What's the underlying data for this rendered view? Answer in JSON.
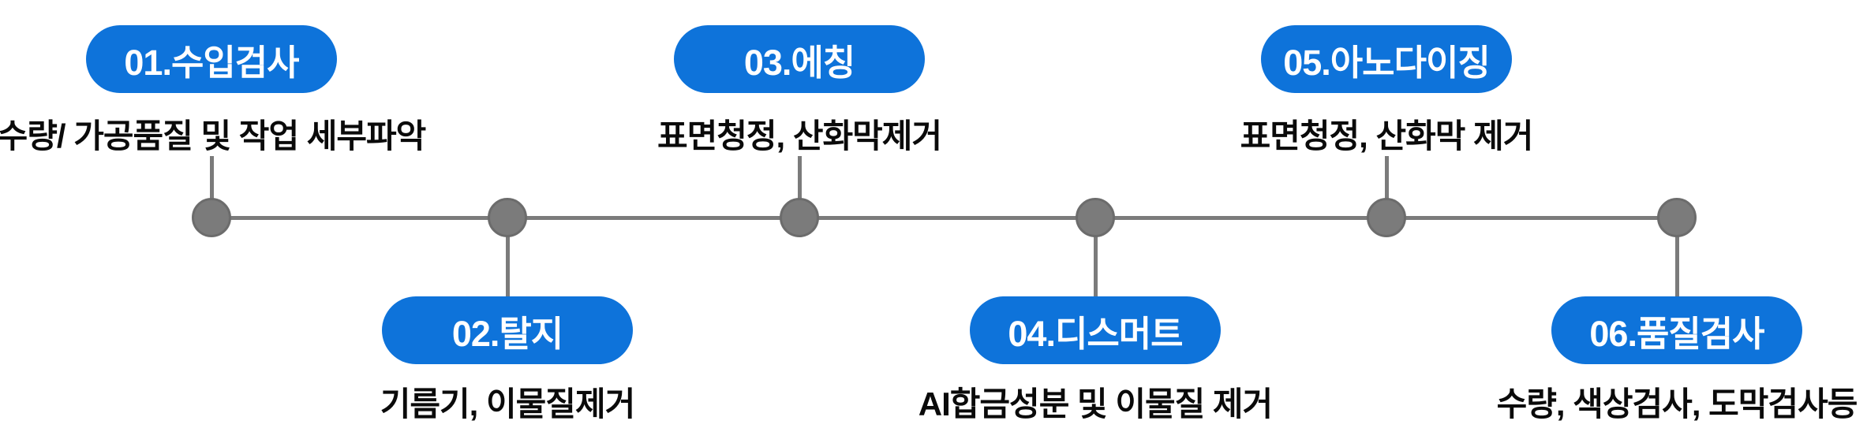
{
  "diagram": {
    "type": "process-timeline",
    "accent_color": "#0e73da",
    "line_color": "#7b7b7b",
    "text_color": "#0a0a0a",
    "badge_text_color": "#ffffff",
    "steps": [
      {
        "label": "01.수입검사",
        "desc": "수량/ 가공품질 및 작업 세부파악",
        "position": "top"
      },
      {
        "label": "02.탈지",
        "desc": "기름기, 이물질제거",
        "position": "bottom"
      },
      {
        "label": "03.에칭",
        "desc": "표면청정, 산화막제거",
        "position": "top"
      },
      {
        "label": "04.디스머트",
        "desc": "AI합금성분 및 이물질 제거",
        "position": "bottom"
      },
      {
        "label": "05.아노다이징",
        "desc": "표면청정, 산화막 제거",
        "position": "top"
      },
      {
        "label": "06.품질검사",
        "desc": "수량, 색상검사, 도막검사등",
        "position": "bottom"
      }
    ]
  }
}
